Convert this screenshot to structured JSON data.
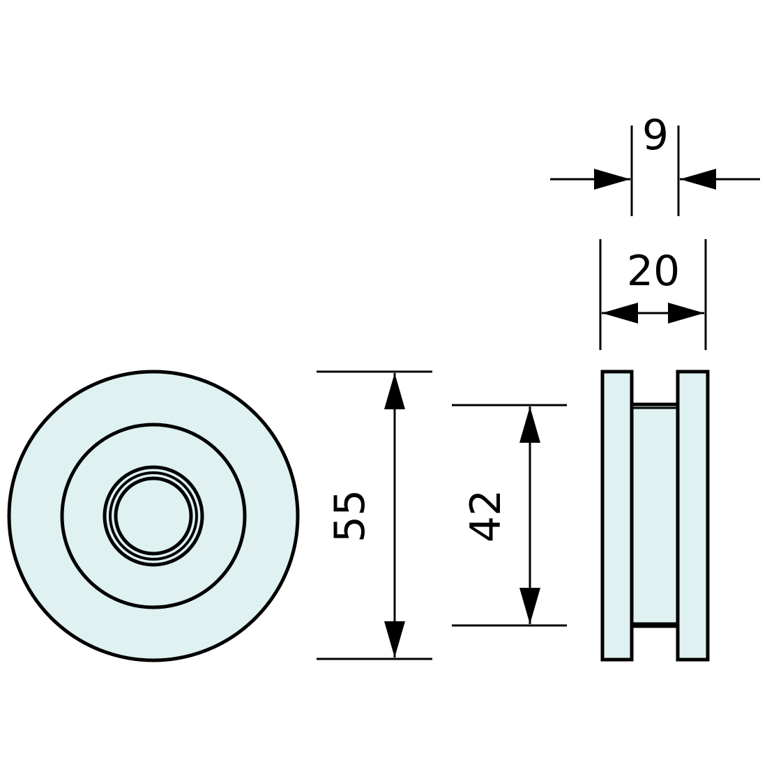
{
  "dimensions": {
    "outer_diameter": "55",
    "groove_diameter": "42",
    "total_width": "20",
    "groove_width": "9"
  },
  "colors": {
    "fill": "#dff1f1",
    "stroke": "#000000"
  }
}
